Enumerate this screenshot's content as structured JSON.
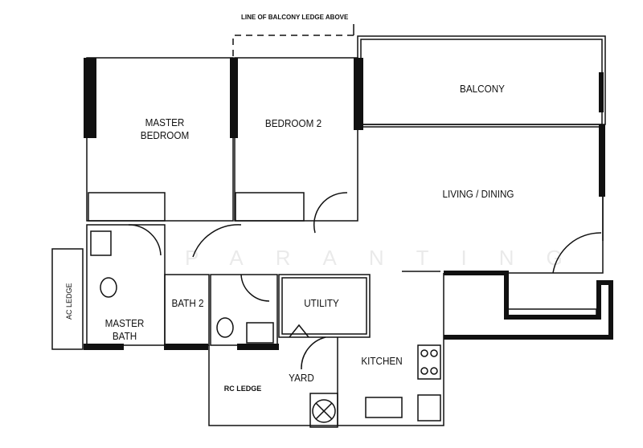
{
  "annotation": "LINE OF BALCONY LEDGE ABOVE",
  "rooms": {
    "balcony": "BALCONY",
    "master_bedroom": "MASTER BEDROOM",
    "bedroom_2": "BEDROOM 2",
    "living_dining": "LIVING / DINING",
    "master_bath": "MASTER BATH",
    "bath_2": "BATH 2",
    "utility": "UTILITY",
    "kitchen": "KITCHEN",
    "yard": "YARD",
    "rc_ledge": "RC LEDGE",
    "ac_ledge": "AC LEDGE"
  },
  "watermark": "PARANTING"
}
